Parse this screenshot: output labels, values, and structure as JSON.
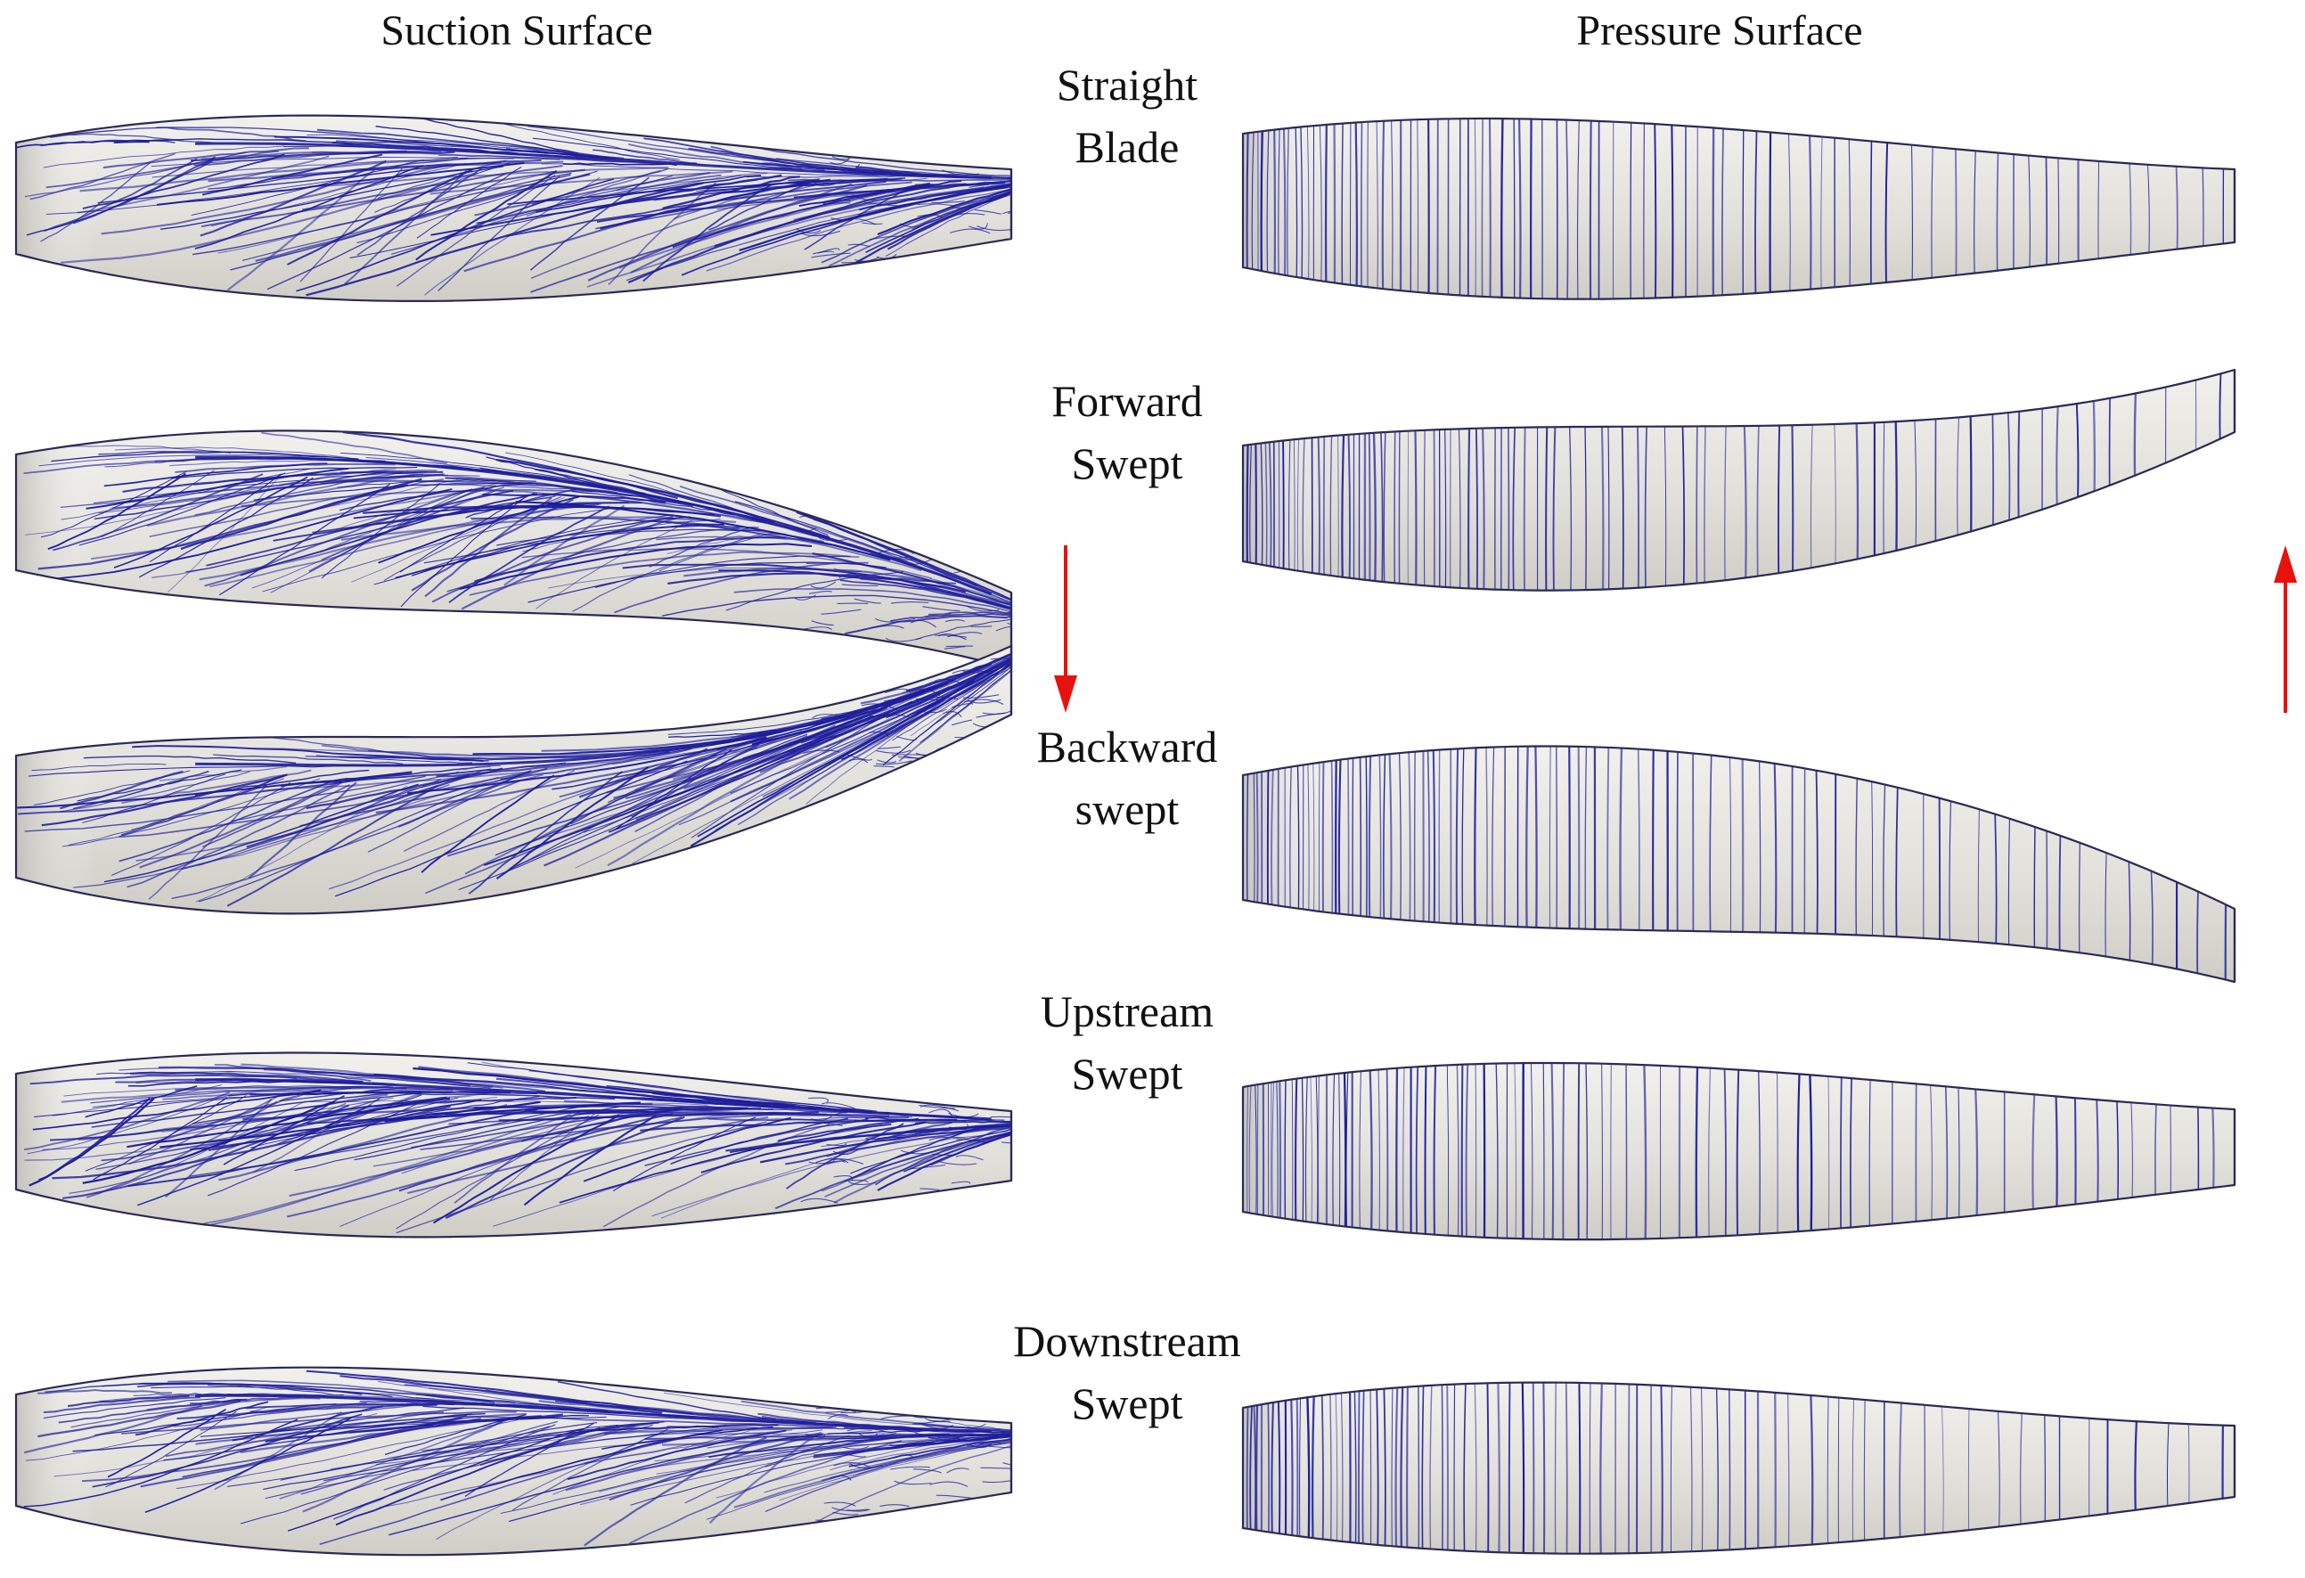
{
  "columns": {
    "left": "Suction Surface",
    "right": "Pressure Surface"
  },
  "rows": [
    {
      "line1": "Straight",
      "line2": "Blade"
    },
    {
      "line1": "Forward",
      "line2": "Swept"
    },
    {
      "line1": "Backward",
      "line2": "swept"
    },
    {
      "line1": "Upstream",
      "line2": "Swept"
    },
    {
      "line1": "Downstream",
      "line2": "Swept"
    }
  ],
  "colors": {
    "blade_surface": "#e3e1dc",
    "blade_edge": "#2a2a55",
    "streamline": "#1c1c9c",
    "arrow": "#e8120c"
  },
  "arrows": [
    {
      "name": "suction-sweep-direction",
      "direction": "down"
    },
    {
      "name": "pressure-sweep-direction",
      "direction": "up"
    }
  ]
}
